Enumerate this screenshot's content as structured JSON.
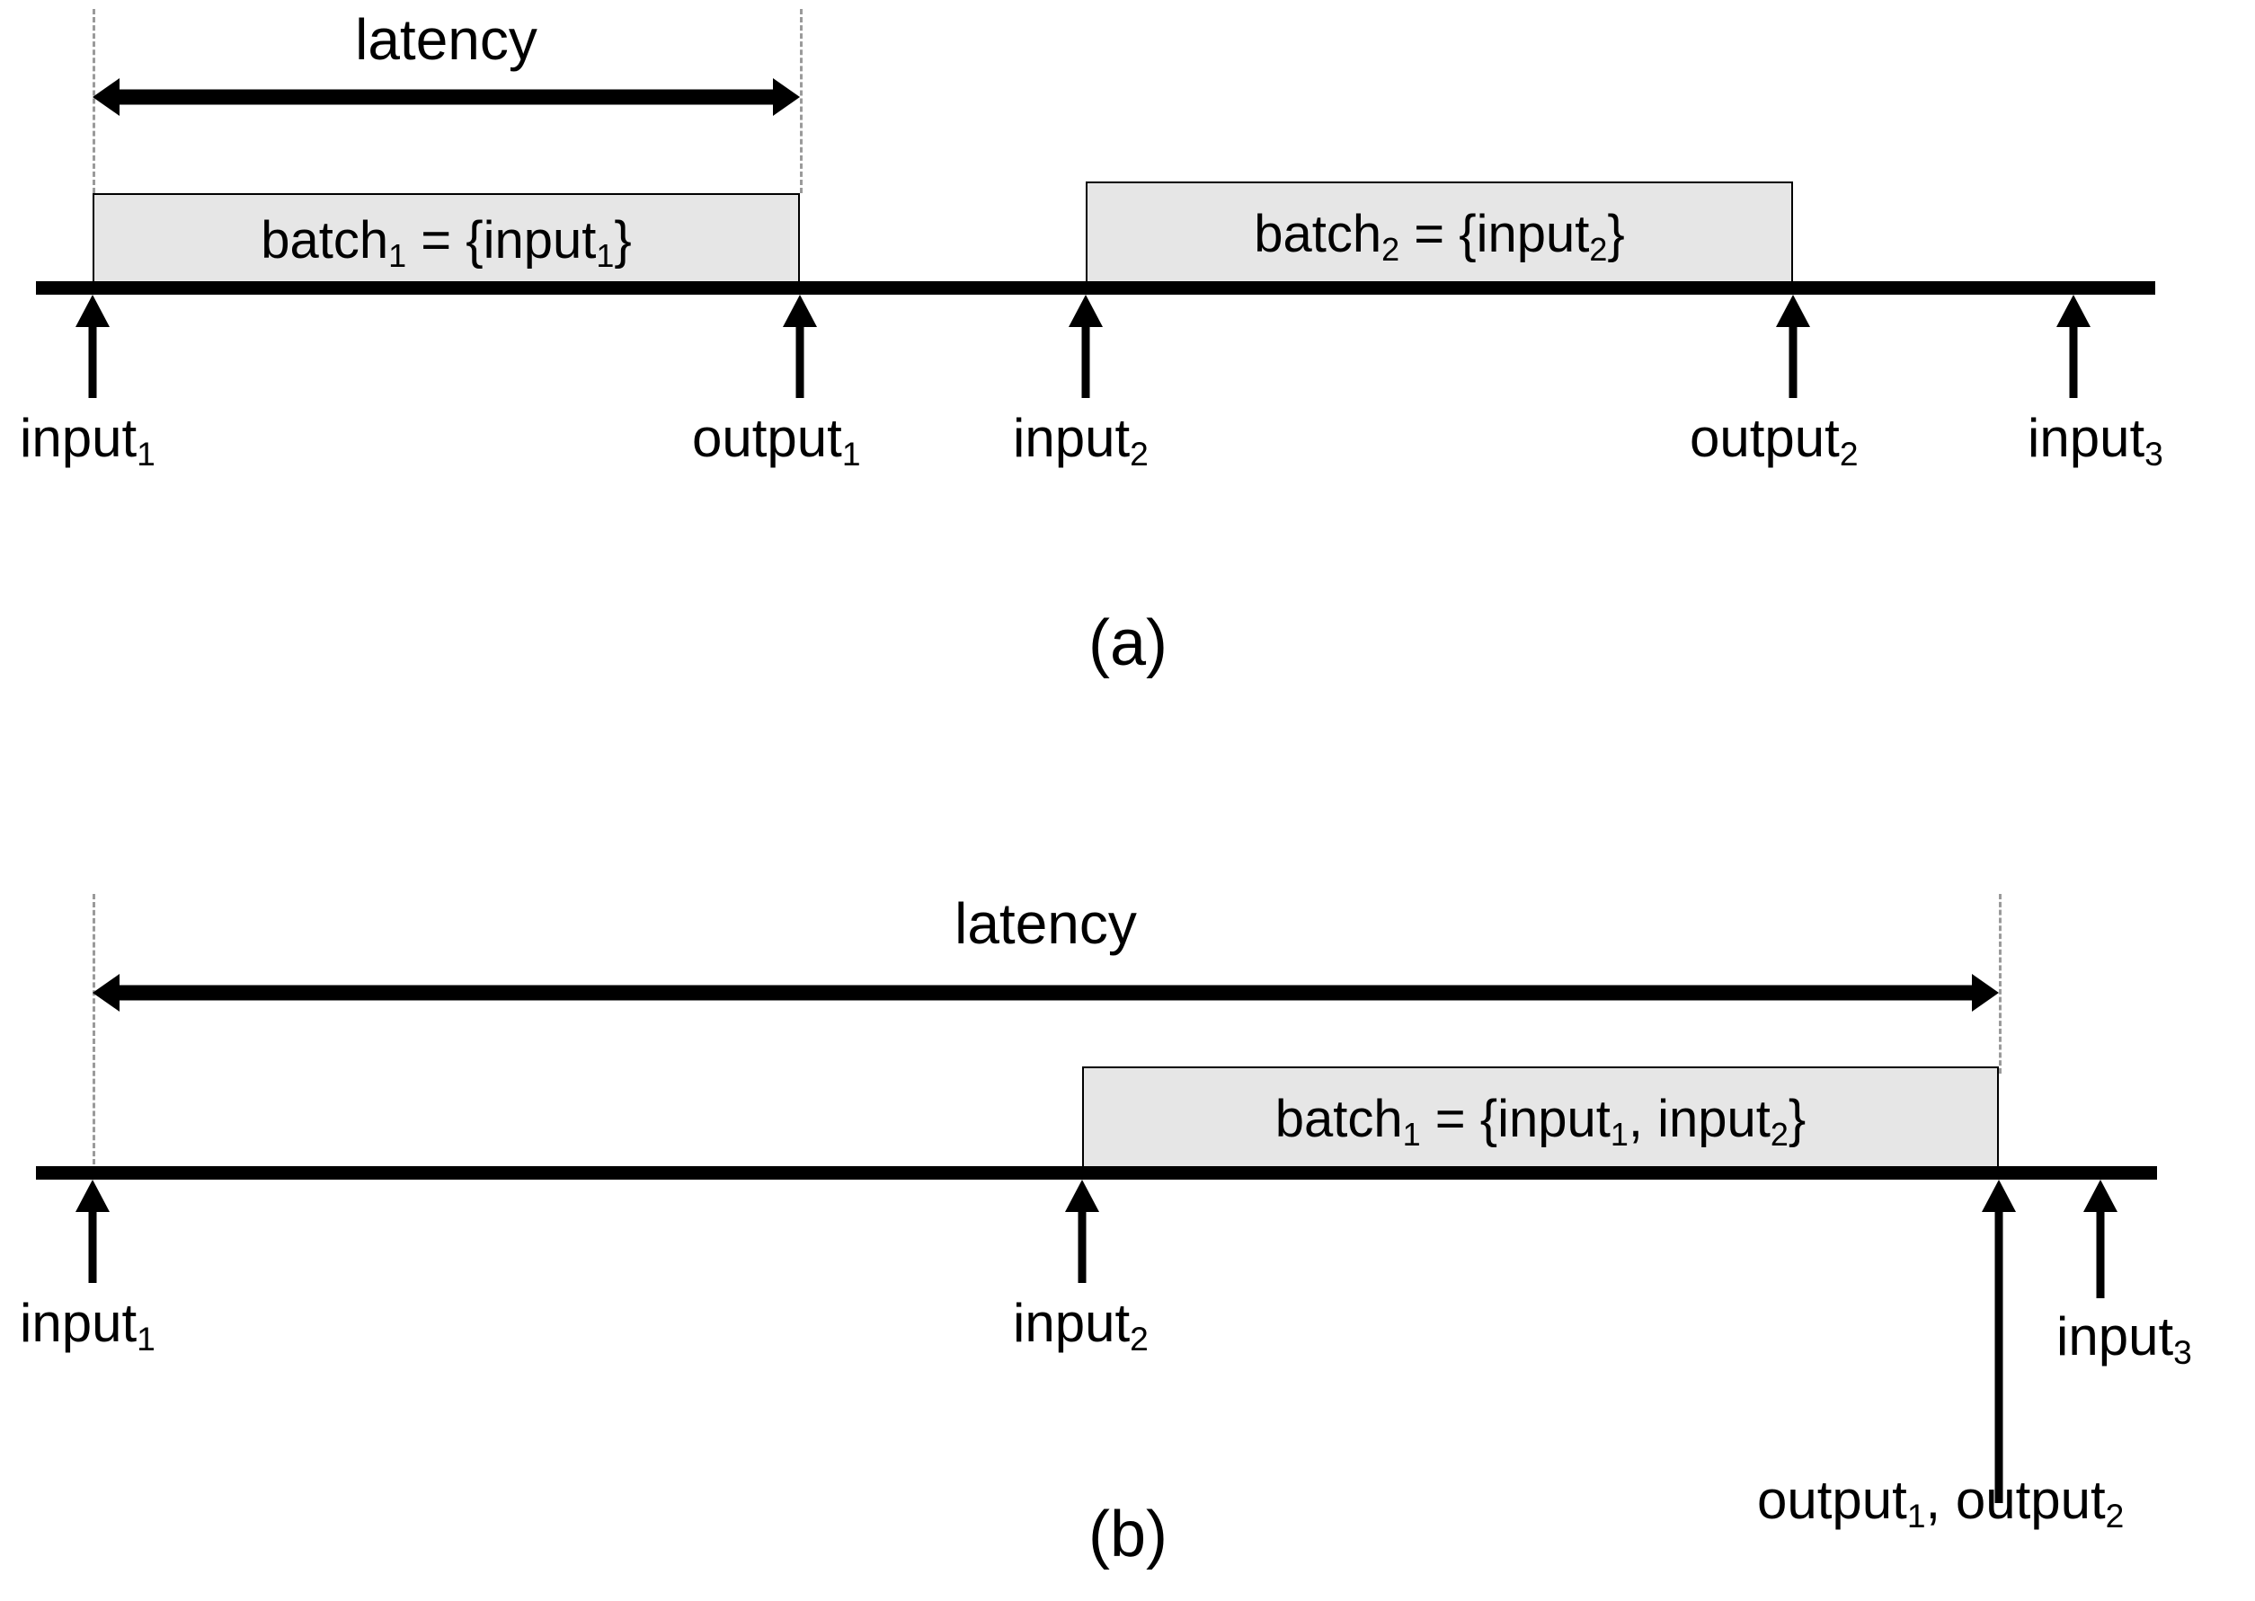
{
  "figure": {
    "title": "Batching latency comparison timelines",
    "colors": {
      "line": "#000000",
      "batch_fill": "#e6e6e6",
      "batch_border": "#000000",
      "guide": "#9a9a9a",
      "background": "#ffffff"
    }
  },
  "panels": [
    {
      "id": "a",
      "caption": "(a)",
      "latency": {
        "label": "latency",
        "from_event": "input_1",
        "to_event": "output_1"
      },
      "batches": [
        {
          "id": "batch_1",
          "label_prefix": "batch",
          "label_sub": "1",
          "label_full": "batch₁ = {input₁}",
          "contents": [
            "input_1"
          ],
          "text_parts": [
            "batch",
            "1",
            " = {input",
            "1",
            "}"
          ]
        },
        {
          "id": "batch_2",
          "label_prefix": "batch",
          "label_sub": "2",
          "label_full": "batch₂ = {input₂}",
          "contents": [
            "input_2"
          ],
          "text_parts": [
            "batch",
            "2",
            " = {input",
            "2",
            "}"
          ]
        }
      ],
      "events": [
        {
          "id": "input_1",
          "text": "input",
          "sub": "1",
          "kind": "input"
        },
        {
          "id": "output_1",
          "text": "output",
          "sub": "1",
          "kind": "output"
        },
        {
          "id": "input_2",
          "text": "input",
          "sub": "2",
          "kind": "input"
        },
        {
          "id": "output_2",
          "text": "output",
          "sub": "2",
          "kind": "output"
        },
        {
          "id": "input_3",
          "text": "input",
          "sub": "3",
          "kind": "input"
        }
      ]
    },
    {
      "id": "b",
      "caption": "(b)",
      "latency": {
        "label": "latency",
        "from_event": "input_1",
        "to_event": "output_1_2"
      },
      "batches": [
        {
          "id": "batch_1",
          "label_prefix": "batch",
          "label_sub": "1",
          "label_full": "batch₁ = {input₁, input₂}",
          "contents": [
            "input_1",
            "input_2"
          ],
          "text_parts": [
            "batch",
            "1",
            " = {input",
            "1",
            ", input",
            "2",
            "}"
          ]
        }
      ],
      "events": [
        {
          "id": "input_1",
          "text": "input",
          "sub": "1",
          "kind": "input"
        },
        {
          "id": "input_2",
          "text": "input",
          "sub": "2",
          "kind": "input"
        },
        {
          "id": "output_1_2",
          "text": "output",
          "sub": "1",
          "text2": ", output",
          "sub2": "2",
          "kind": "output"
        },
        {
          "id": "input_3",
          "text": "input",
          "sub": "3",
          "kind": "input"
        }
      ]
    }
  ]
}
